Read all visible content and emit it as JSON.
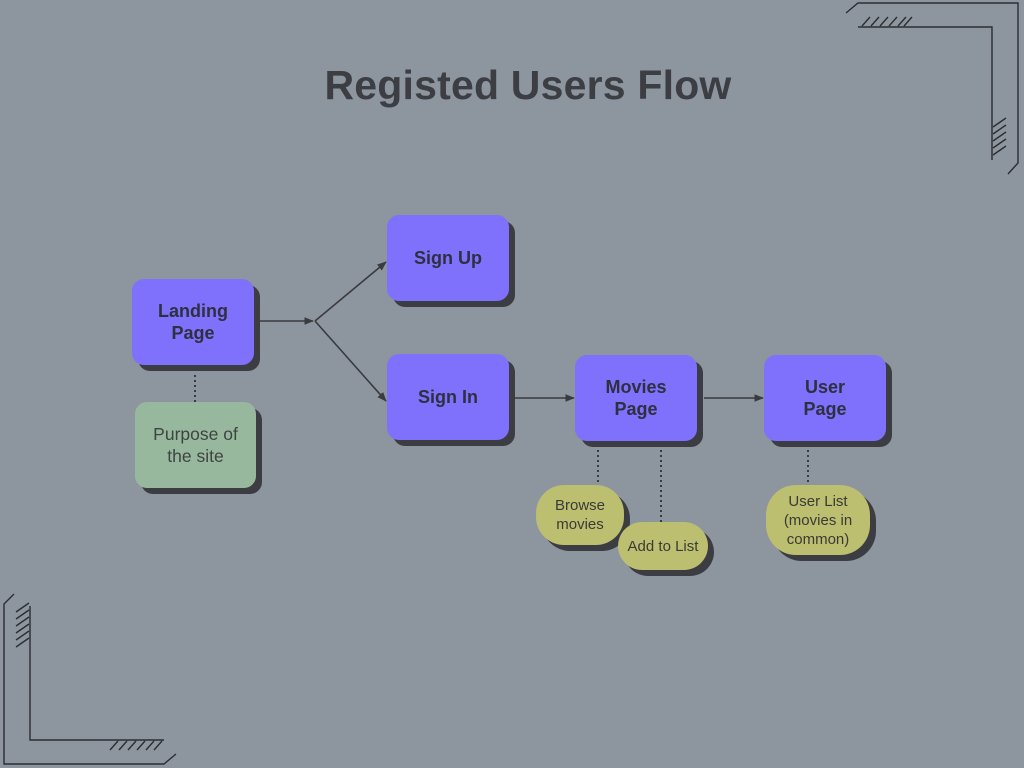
{
  "title": "Registed Users Flow",
  "nodes": {
    "landing_page": "Landing\nPage",
    "purpose": "Purpose of\nthe site",
    "sign_up": "Sign Up",
    "sign_in": "Sign In",
    "movies_page": "Movies\nPage",
    "user_page": "User\nPage",
    "browse_movies": "Browse\nmovies",
    "add_to_list": "Add to List",
    "user_list": "User List\n(movies in\ncommon)"
  },
  "colors": {
    "background": "#8d969f",
    "page_node": "#7f71fb",
    "note_node": "#97b89c",
    "feature_node": "#bcbe70",
    "shadow": "#3c3d42",
    "connector": "#3a3b3f"
  }
}
